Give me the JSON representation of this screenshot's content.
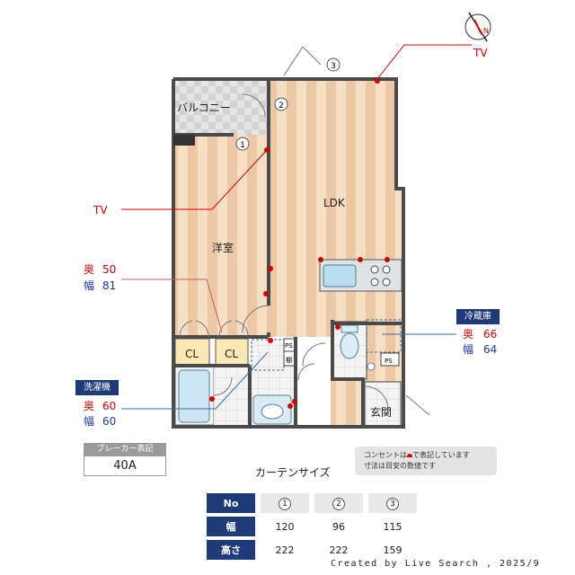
{
  "compass": {
    "letter": "N",
    "icon": "compass-icon"
  },
  "rooms": {
    "balcony": "バルコニー",
    "western": "洋室",
    "ldk": "LDK",
    "entrance": "玄関",
    "closet_1": "CL",
    "closet_2": "CL",
    "ps_1": "PS",
    "ps_2": "PS",
    "shelf": "棚"
  },
  "windows": {
    "w1": "1",
    "w2": "2",
    "w3": "3"
  },
  "tv_labels": {
    "top_right": "TV",
    "left": "TV"
  },
  "closet_dims": {
    "depth_label": "奥",
    "depth": "50",
    "width_label": "幅",
    "width": "81"
  },
  "washer": {
    "title": "洗濯機",
    "depth_label": "奥",
    "depth": "60",
    "width_label": "幅",
    "width": "60"
  },
  "fridge": {
    "title": "冷蔵庫",
    "depth_label": "奥",
    "depth": "66",
    "width_label": "幅",
    "width": "64"
  },
  "breaker": {
    "title": "ブレーカー表記",
    "value": "40A"
  },
  "note": {
    "line1_pre": "コンセントは",
    "line1_post": "で表記しています",
    "line2": "寸法は目安の数値です"
  },
  "curtain": {
    "title": "カーテンサイズ",
    "header_label": "No",
    "numbers": [
      "1",
      "2",
      "3"
    ],
    "rows": [
      {
        "label": "幅",
        "values": [
          "120",
          "96",
          "115"
        ]
      },
      {
        "label": "高さ",
        "values": [
          "222",
          "222",
          "159"
        ]
      }
    ]
  },
  "credit": "Created by Live Search , 2025/9",
  "colors": {
    "floor_a": "#f6dcc0",
    "floor_b": "#eac4a0",
    "wall": "#4a4a4a",
    "navy": "#1f3a78",
    "outlet": "#d40000",
    "closet": "#fbe8b4",
    "bath": "#d6ecf6"
  }
}
